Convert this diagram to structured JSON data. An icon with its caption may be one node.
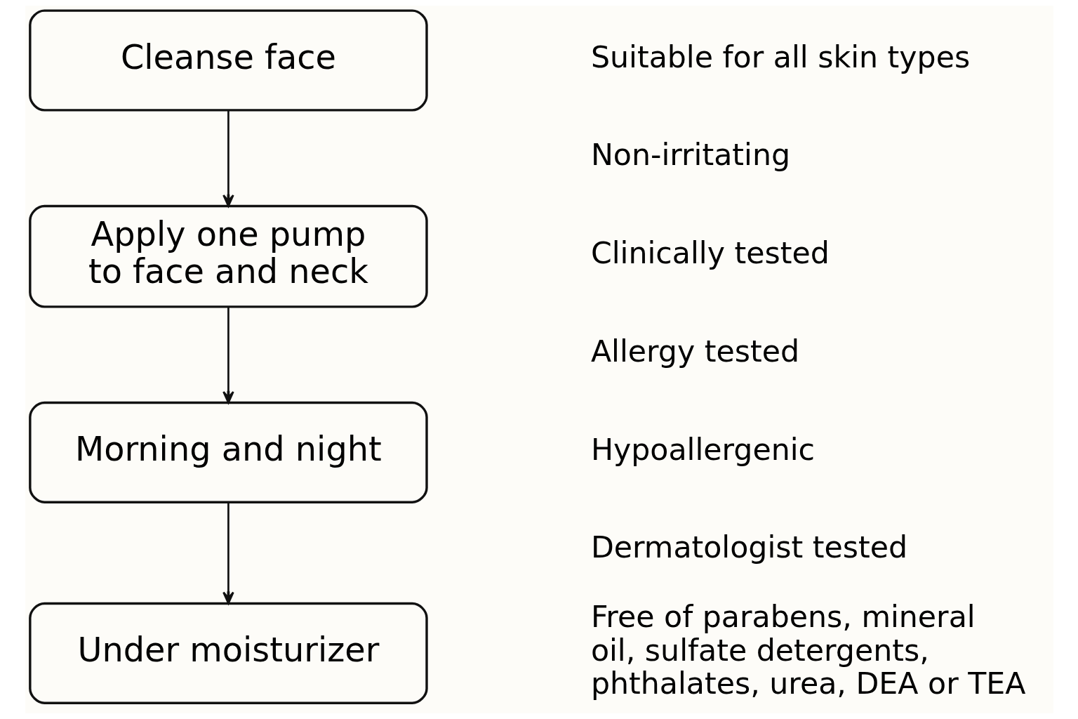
{
  "diagram": {
    "nodes": [
      {
        "text": [
          "Cleanse face"
        ]
      },
      {
        "text": [
          "Apply one pump to face and neck"
        ]
      },
      {
        "text": [
          "Morning and night"
        ]
      },
      {
        "text": [
          "Under moisturizer"
        ]
      }
    ],
    "edges": [
      {
        "from": 0,
        "to": 1,
        "arrow": "to"
      },
      {
        "from": 1,
        "to": 2,
        "arrow": "to"
      },
      {
        "from": 2,
        "to": 3,
        "arrow": "to"
      }
    ],
    "labels": [
      "Suitable for all skin types",
      "Non-irritating",
      "Clinically tested",
      "Allergy tested",
      "Hypoallergenic",
      "Dermatologist tested",
      "Free of parabens, mineral oil, sulfate detergents, phthalates, urea, DEA or TEA"
    ]
  }
}
